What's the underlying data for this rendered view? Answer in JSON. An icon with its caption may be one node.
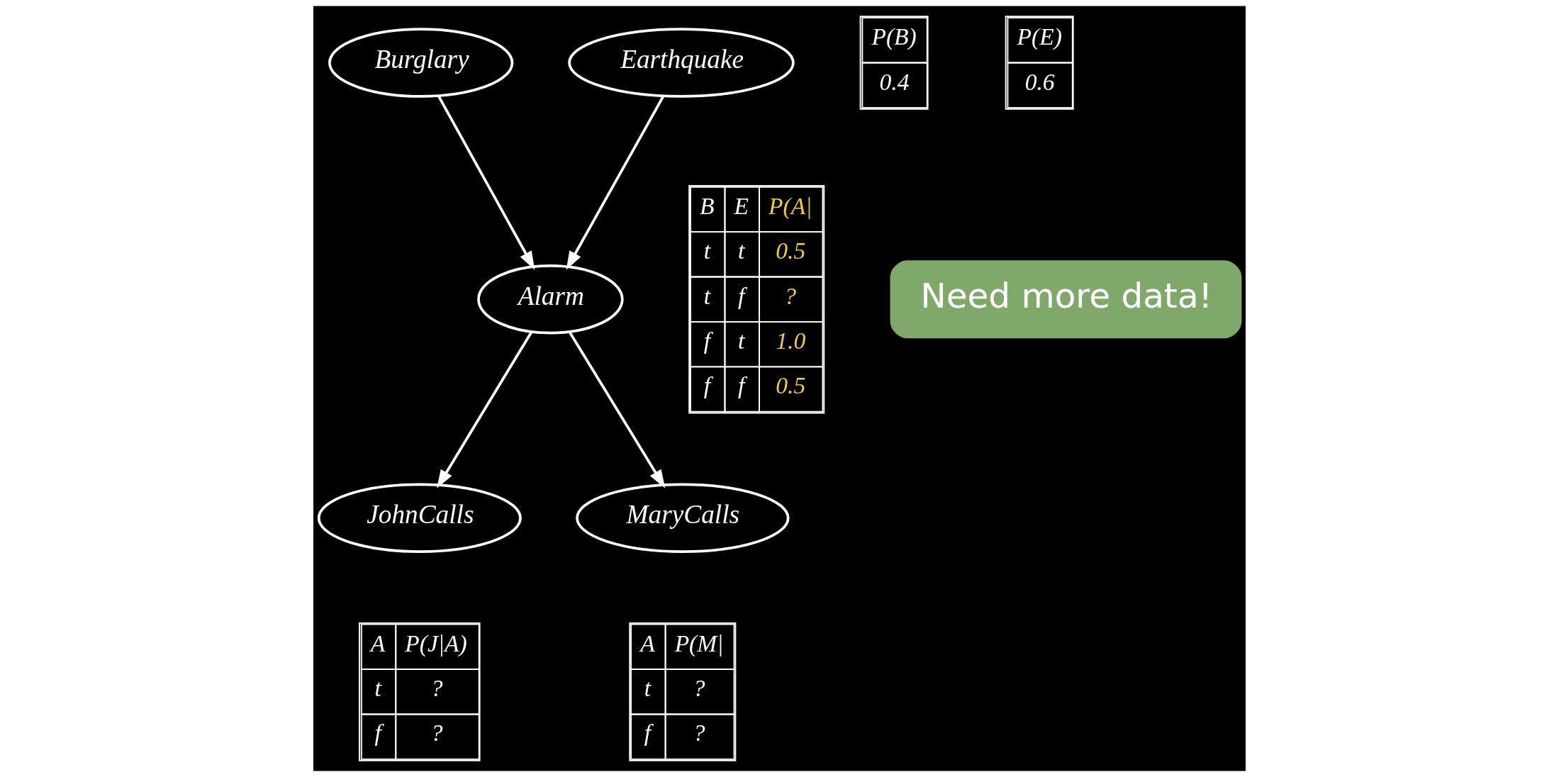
{
  "diagram": {
    "nodes": [
      {
        "text": [
          "Burglary"
        ]
      },
      {
        "text": [
          "P(B)",
          "0.4"
        ]
      },
      {
        "text": [
          "Earthquake"
        ]
      },
      {
        "text": [
          "P(E)",
          "0.6"
        ]
      },
      {
        "text": [
          "Alarm"
        ]
      },
      {
        "text": [
          "B",
          "E",
          "P(A|",
          "t",
          "t",
          "0.5",
          "t",
          "f",
          "?",
          "f",
          "t",
          "1.0",
          "f",
          "f",
          "0.5"
        ]
      },
      {
        "text": [
          "Need more data!"
        ]
      },
      {
        "text": [
          "JohnCalls"
        ]
      },
      {
        "text": [
          "MaryCalls"
        ]
      },
      {
        "text": [
          "A",
          "P(J|A)",
          "t",
          "?",
          "f",
          "?"
        ]
      },
      {
        "text": [
          "A",
          "P(M|",
          "t",
          "?",
          "f",
          "?"
        ]
      }
    ],
    "edges": [
      {
        "from": 0,
        "to": 4,
        "arrow": "to"
      },
      {
        "from": 2,
        "to": 4,
        "arrow": "to"
      },
      {
        "from": 4,
        "to": 7,
        "arrow": "to"
      },
      {
        "from": 4,
        "to": 8,
        "arrow": "to"
      }
    ]
  }
}
